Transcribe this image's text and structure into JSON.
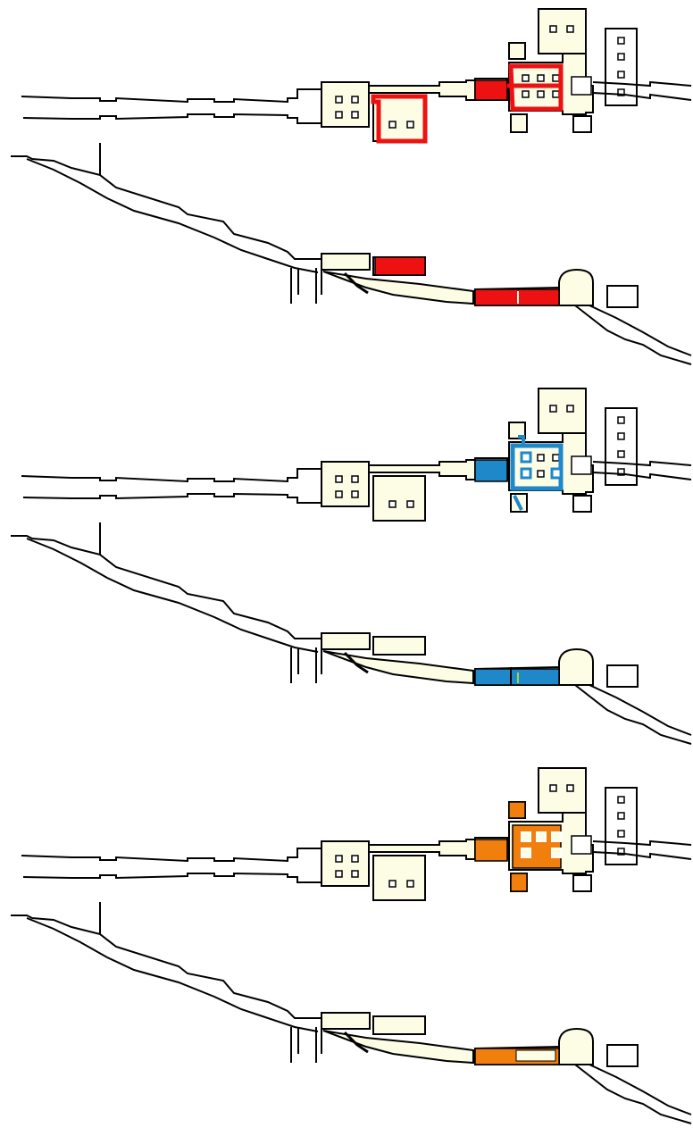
{
  "figure": {
    "colors": {
      "background": "#ffffff",
      "outline": "#000000",
      "chamber_fill": "#fdfde6",
      "highlight_red": "#ee1111",
      "highlight_blue": "#1e88c8",
      "highlight_orange": "#f07f0e"
    },
    "panels": [
      {
        "name": "panel-red",
        "highlight": "red",
        "views": [
          "plan",
          "section"
        ]
      },
      {
        "name": "panel-blue",
        "highlight": "blue",
        "views": [
          "plan",
          "section"
        ]
      },
      {
        "name": "panel-orange",
        "highlight": "orange",
        "views": [
          "plan",
          "section"
        ]
      }
    ]
  }
}
